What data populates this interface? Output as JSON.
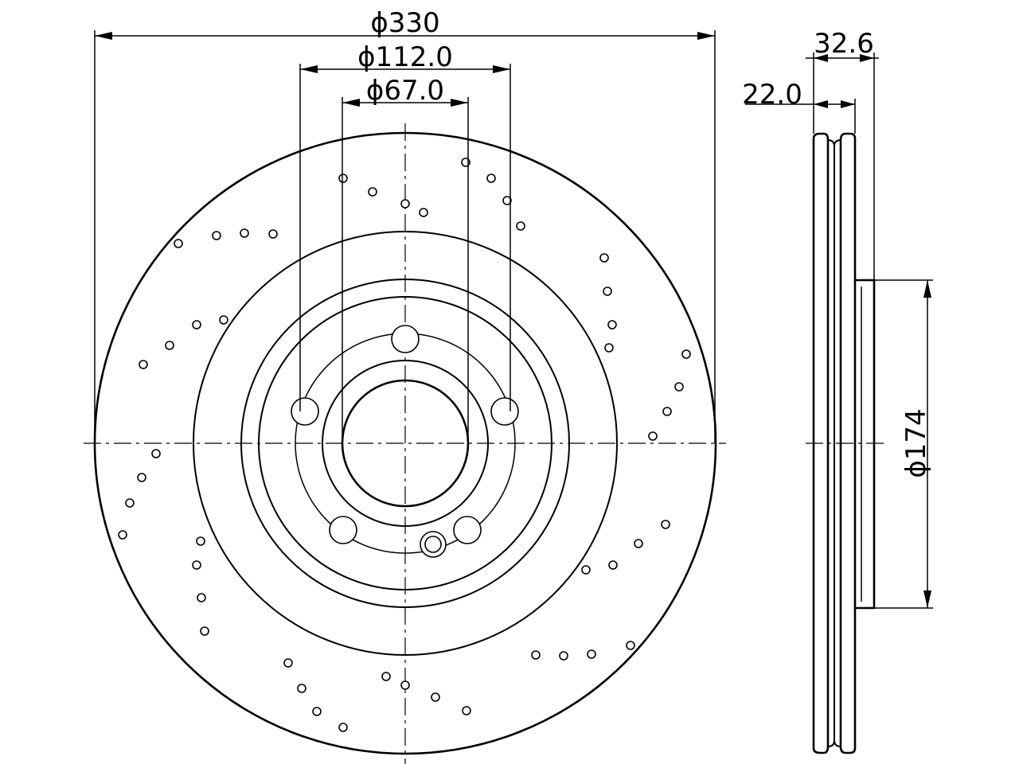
{
  "drawing": {
    "dimensions": {
      "outer_diameter": "ϕ330",
      "bolt_circle": "ϕ112.0",
      "center_bore": "ϕ67.0",
      "total_thickness": "32.6",
      "min_thickness": "22.0",
      "hat_diameter": "ϕ174"
    }
  }
}
